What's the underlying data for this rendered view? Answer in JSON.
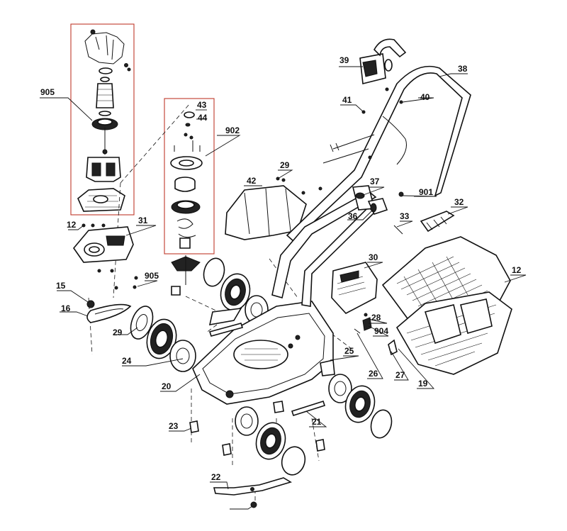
{
  "diagram": {
    "callouts": [
      "905",
      "902",
      "43",
      "44",
      "39",
      "38",
      "40",
      "41",
      "29",
      "42",
      "37",
      "901",
      "32",
      "36",
      "33",
      "12",
      "31",
      "30",
      "12",
      "905",
      "15",
      "16",
      "29",
      "28",
      "904",
      "24",
      "25",
      "26",
      "27",
      "19",
      "20",
      "23",
      "21",
      "22"
    ]
  }
}
